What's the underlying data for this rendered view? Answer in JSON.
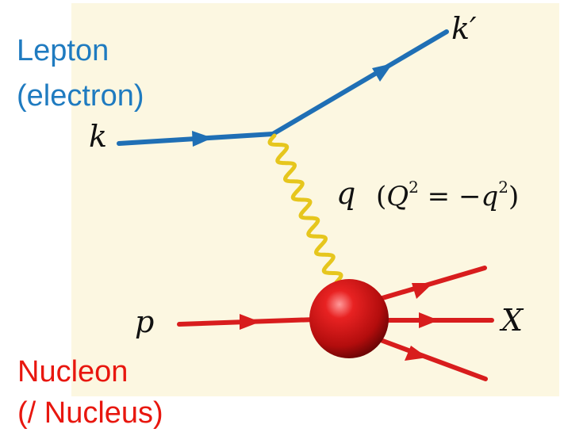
{
  "labels": {
    "lepton_line1": "Lepton",
    "lepton_line2": "(electron)",
    "nucleon_line1": "Nucleon",
    "nucleon_line2": "(/ Nucleus)",
    "k_in": "k",
    "k_out": "k′",
    "q": "q",
    "p": "p",
    "X": "X"
  },
  "equation": {
    "open": "(",
    "Q": "Q",
    "sup1": "2",
    "equals_minus": " = −",
    "q": "q",
    "sup2": "2",
    "close": ")"
  },
  "colors": {
    "lepton_line": "#1f6fb5",
    "photon": "#e6c61d",
    "hadron_line": "#d81d1d",
    "panel_background": "#fcf7e1"
  }
}
